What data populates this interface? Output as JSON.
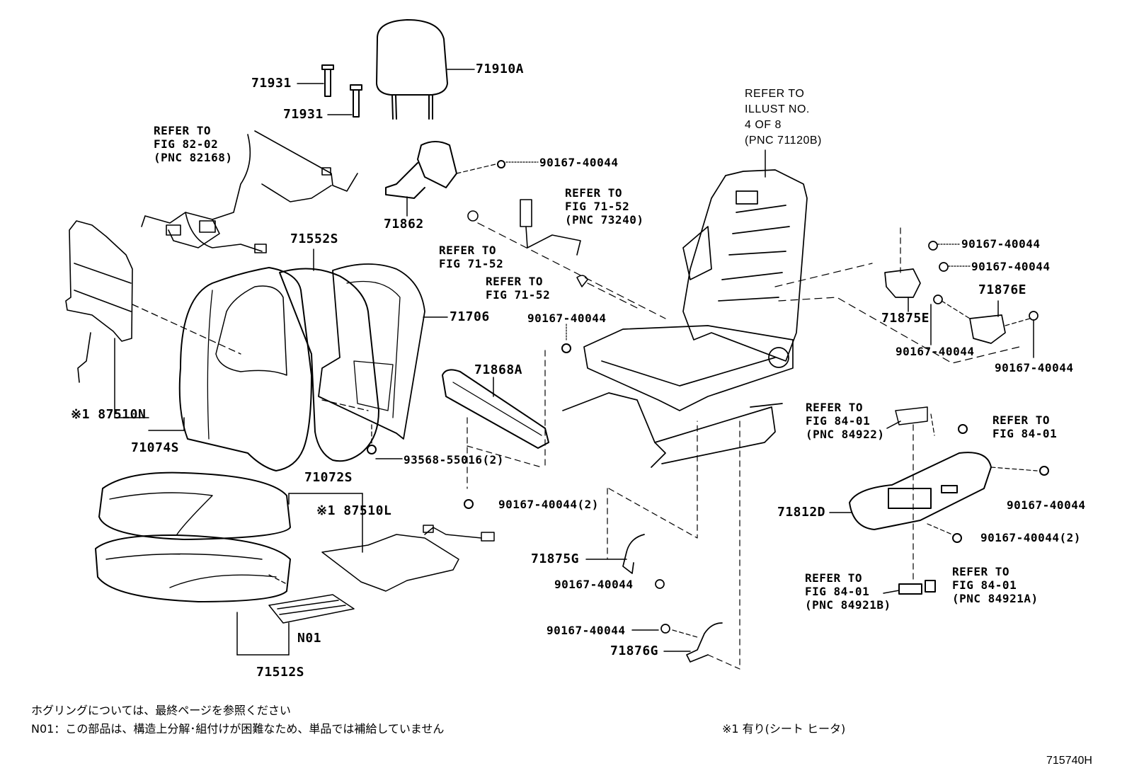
{
  "part_labels": {
    "p71910A": "71910A",
    "p71931a": "71931",
    "p71931b": "71931",
    "p71862": "71862",
    "p71552S": "71552S",
    "p71706": "71706",
    "p87510N": "※1 87510N",
    "p71074S": "71074S",
    "p71072S": "71072S",
    "p87510L": "※1 87510L",
    "pN01": "N01",
    "p71512S": "71512S",
    "p71868A": "71868A",
    "p71875G": "71875G",
    "p71876G": "71876G",
    "p71875E": "71875E",
    "p71876E": "71876E",
    "p71812D": "71812D"
  },
  "fastener_labels": {
    "f1": "90167-40044",
    "f2": "90167-40044",
    "f3": "93568-55016(2)",
    "f4": "90167-40044(2)",
    "f5": "90167-40044",
    "f6": "90167-40044",
    "f7": "90167-40044",
    "f8": "90167-40044",
    "f9": "90167-40044",
    "f10": "90167-40044",
    "f11": "90167-40044",
    "f12": "90167-40044(2)"
  },
  "references": {
    "fig8202": "REFER TO\nFIG 82-02\n(PNC 82168)",
    "fig7152_belt": "REFER TO\nFIG 71-52\n(PNC 73240)",
    "fig7152_a": "REFER TO\nFIG 71-52",
    "fig7152_b": "REFER TO\nFIG 71-52",
    "illust": "REFER TO\nILLUST NO.\n4 OF 8\n(PNC 71120B)",
    "fig8401_a": "REFER TO\nFIG 84-01\n(PNC 84922)",
    "fig8401_b": "REFER TO\nFIG 84-01",
    "fig8401_c": "REFER TO\nFIG 84-01\n(PNC 84921B)",
    "fig8401_d": "REFER TO\nFIG 84-01\n(PNC 84921A)"
  },
  "notes": {
    "hogring": "ホグリングについては、最終ページを参照ください",
    "n01": "N01：この部品は、構造上分解･組付けが困難なため、単品では補給していません",
    "mark1": "※1  有り(シート  ヒータ)",
    "illustration_code": "715740H"
  }
}
